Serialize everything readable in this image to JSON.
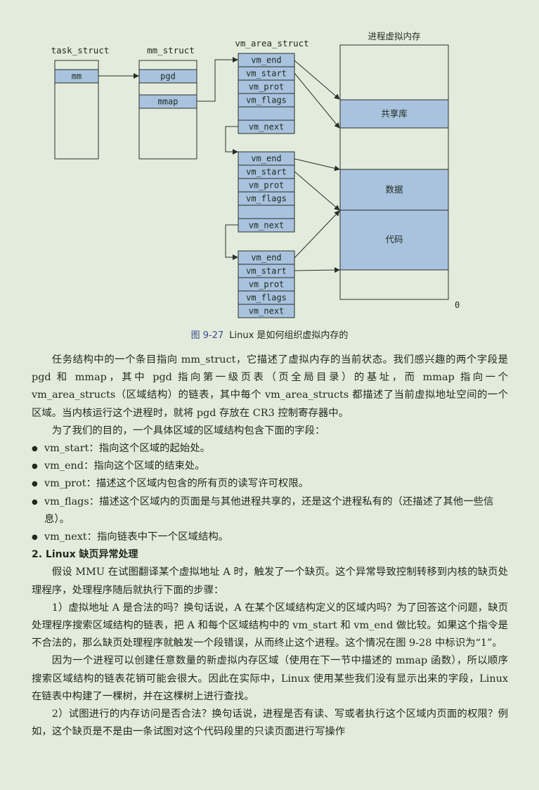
{
  "figure": {
    "labels": {
      "task_struct": "task_struct",
      "mm_struct": "mm_struct",
      "vm_area_struct": "vm_area_struct",
      "process_vm": "进程虚拟内存",
      "zero": "0"
    },
    "task_fields": [
      "mm"
    ],
    "mm_fields": [
      "pgd",
      "mmap"
    ],
    "vma_fields": [
      "vm_end",
      "vm_start",
      "vm_prot",
      "vm_flags",
      "vm_next"
    ],
    "regions": [
      "共享库",
      "数据",
      "代码"
    ],
    "colors": {
      "field_fill": "#a9c3df",
      "region_fill": "#a9c3df",
      "line": "#2a2e2a"
    }
  },
  "caption": {
    "number": "图 9-27",
    "text": "Linux 是如何组织虚拟内存的"
  },
  "text": {
    "para1": "任务结构中的一个条目指向 mm_struct，它描述了虚拟内存的当前状态。我们感兴趣的两个字段是 pgd 和 mmap，其中 pgd 指向第一级页表（页全局目录）的基址，而 mmap 指向一个 vm_area_structs（区域结构）的链表，其中每个 vm_area_structs 都描述了当前虚拟地址空间的一个区域。当内核运行这个进程时，就将 pgd 存放在 CR3 控制寄存器中。",
    "para2": "为了我们的目的，一个具体区域的区域结构包含下面的字段：",
    "bullets": [
      "vm_start：指向这个区域的起始处。",
      "vm_end：指向这个区域的结束处。",
      "vm_prot：描述这个区域内包含的所有页的读写许可权限。",
      "vm_flags：描述这个区域内的页面是与其他进程共享的，还是这个进程私有的（还描述了其他一些信息）。",
      "vm_next：指向链表中下一个区域结构。"
    ],
    "subheading": "2. Linux 缺页异常处理",
    "para3": "假设 MMU 在试图翻译某个虚拟地址 A 时，触发了一个缺页。这个异常导致控制转移到内核的缺页处理程序，处理程序随后就执行下面的步骤：",
    "para4": "1）虚拟地址 A 是合法的吗？换句话说，A 在某个区域结构定义的区域内吗？为了回答这个问题，缺页处理程序搜索区域结构的链表，把 A 和每个区域结构中的 vm_start 和 vm_end 做比较。如果这个指令是不合法的，那么缺页处理程序就触发一个段错误，从而终止这个进程。这个情况在图 9-28 中标识为“1”。",
    "para5": "因为一个进程可以创建任意数量的新虚拟内存区域（使用在下一节中描述的 mmap 函数），所以顺序搜索区域结构的链表花销可能会很大。因此在实际中，Linux 使用某些我们没有显示出来的字段，Linux 在链表中构建了一棵树，并在这棵树上进行查找。",
    "para6": "2）试图进行的内存访问是否合法？换句话说，进程是否有读、写或者执行这个区域内页面的权限？例如，这个缺页是不是由一条试图对这个代码段里的只读页面进行写操作"
  }
}
